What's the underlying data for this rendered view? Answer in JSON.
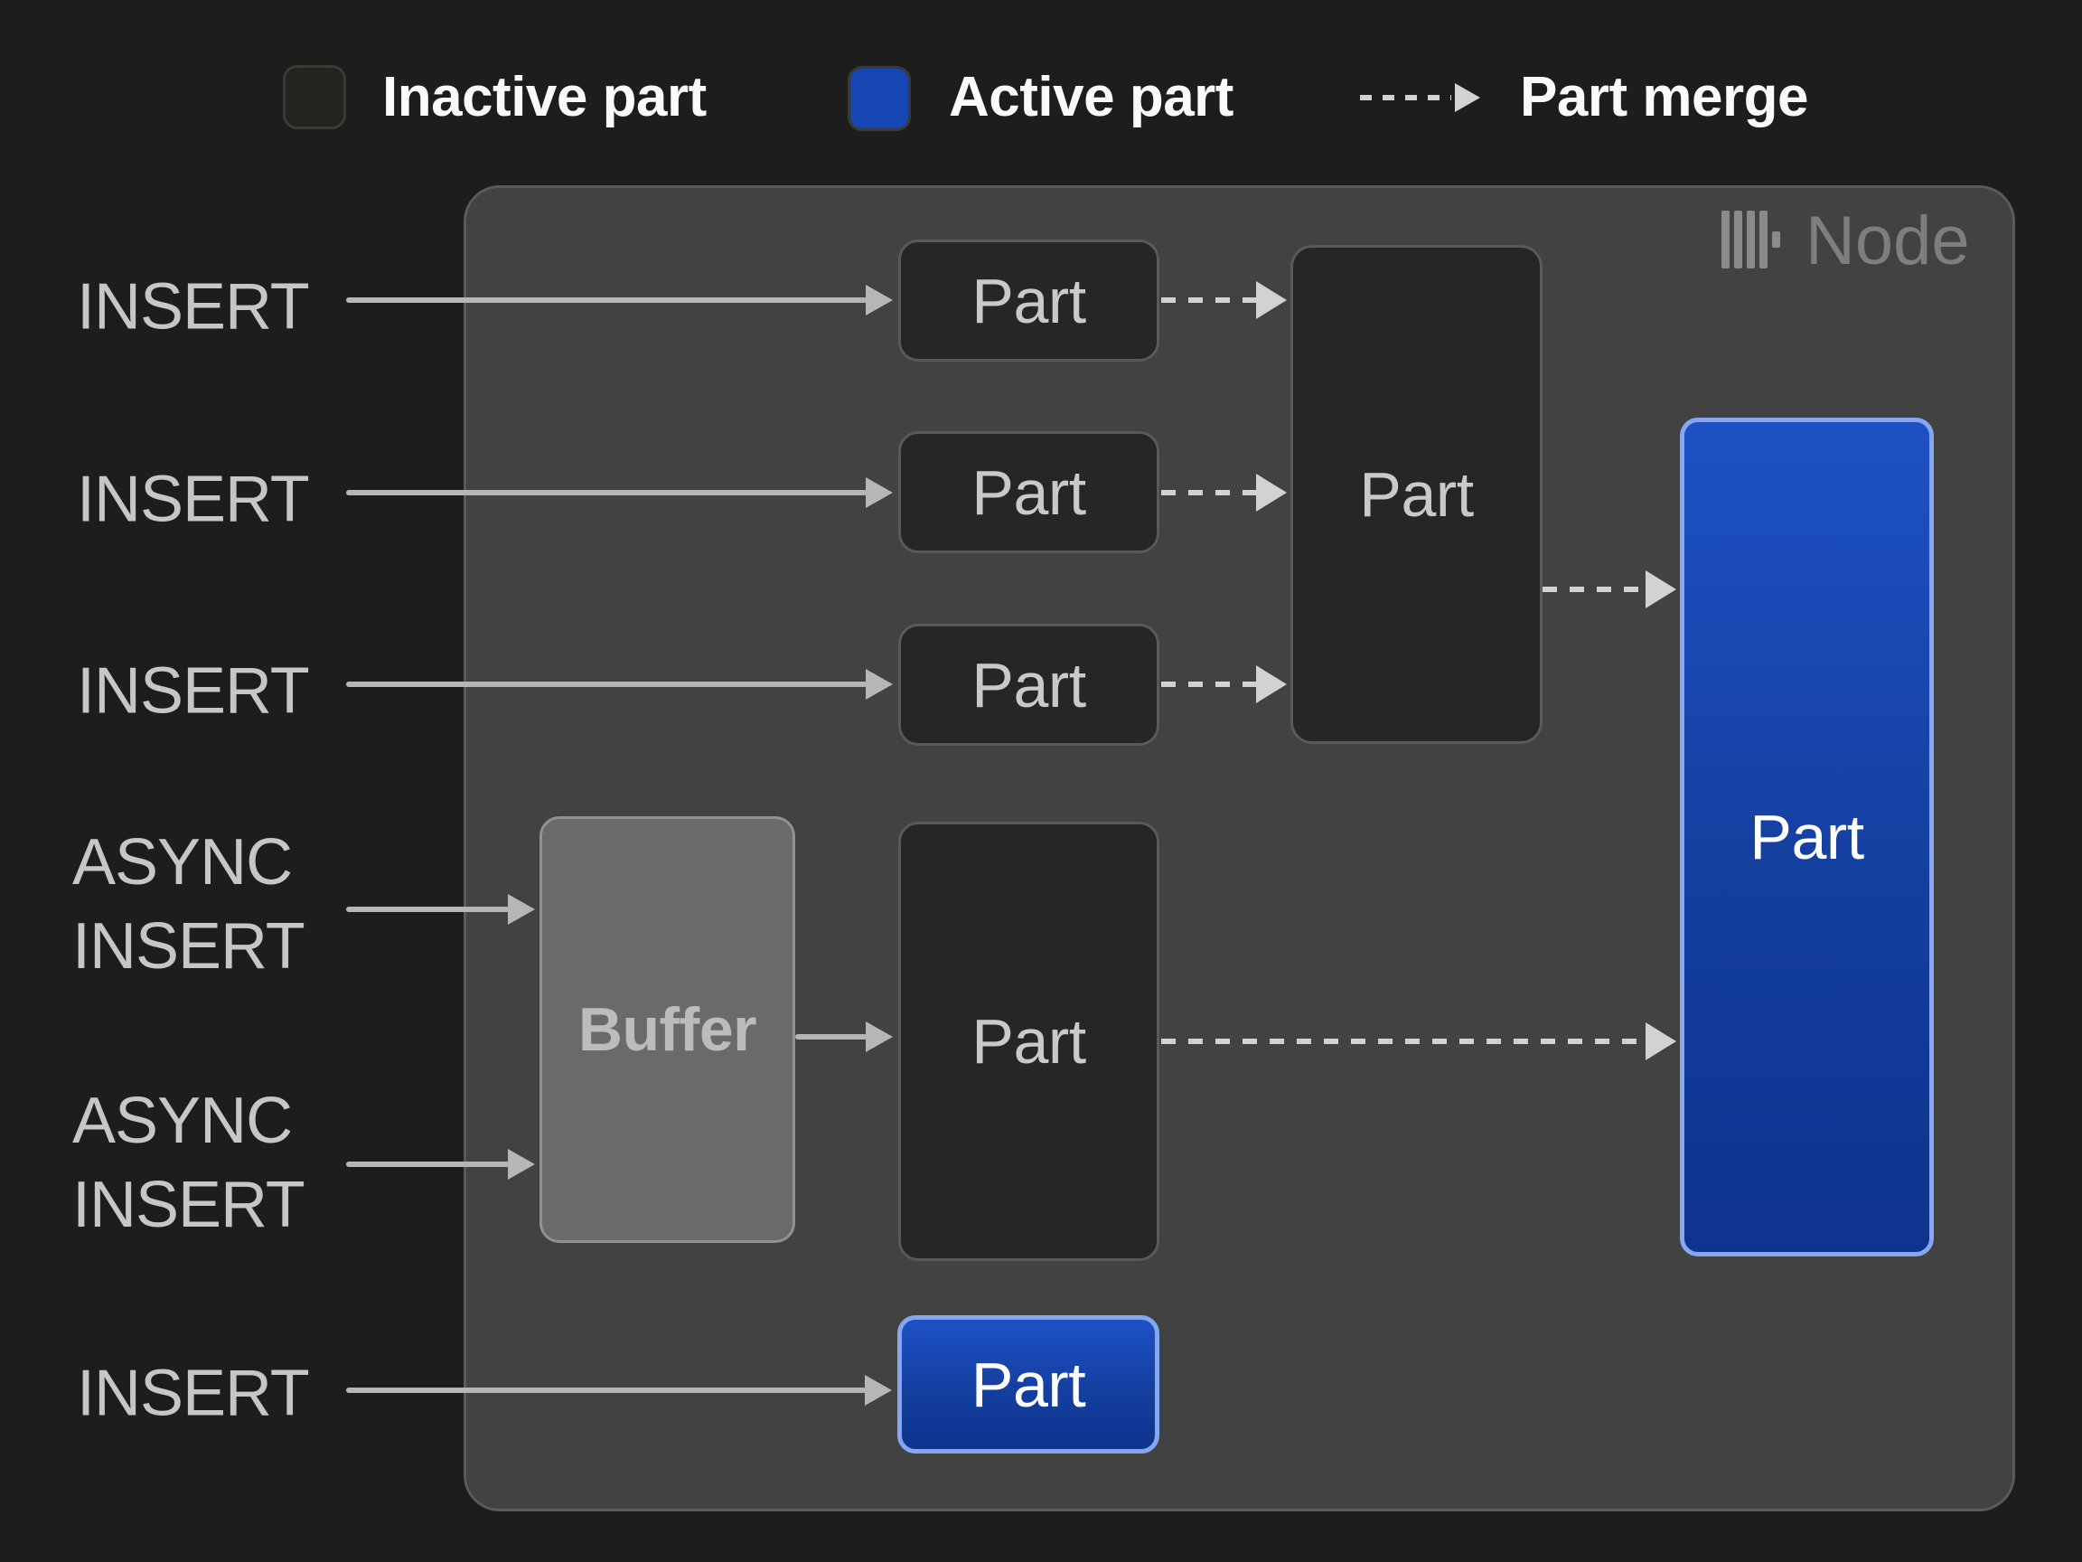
{
  "legend": {
    "inactive_label": "Inactive part",
    "active_label": "Active part",
    "merge_label": "Part merge"
  },
  "node": {
    "title": "Node"
  },
  "labels": {
    "insert": "INSERT",
    "async_line1": "ASYNC",
    "async_line2": "INSERT",
    "part": "Part",
    "buffer": "Buffer"
  },
  "colors": {
    "background": "#1d1d1d",
    "node_fill": "#424242",
    "inactive_part_fill": "#262626",
    "active_swatch_blue": "#1546b4",
    "active_part_gradient_top": "#1e51c5",
    "active_part_gradient_bottom": "#0e338f",
    "active_part_border": "#86a6f0",
    "buffer_fill": "#6a6a6a",
    "solid_arrow": "#b6b6b6",
    "dashed_arrow": "#d2d2d2"
  }
}
